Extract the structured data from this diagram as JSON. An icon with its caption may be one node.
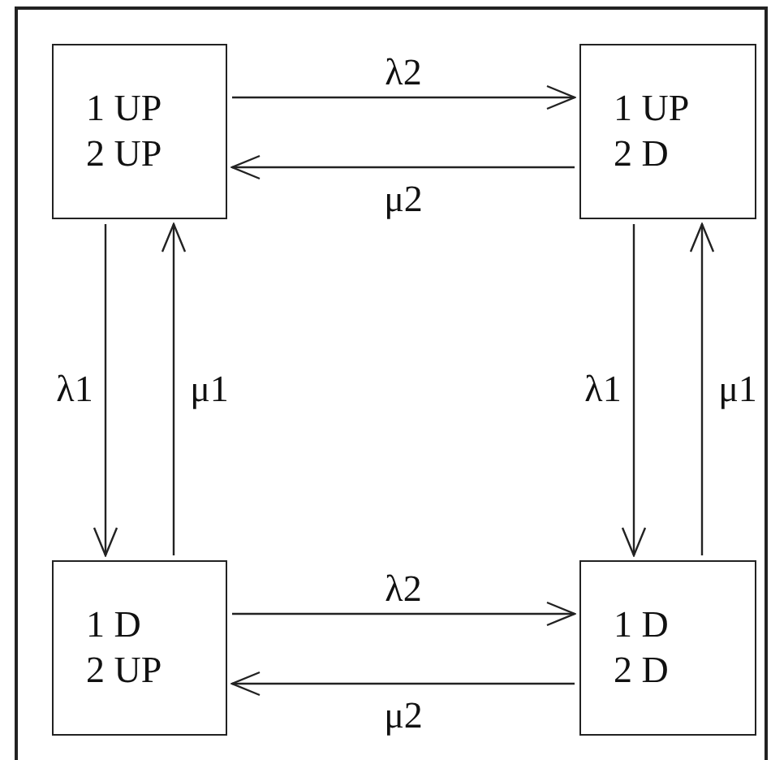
{
  "diagram": {
    "nodes": [
      {
        "text": [
          "1 UP 2 UP"
        ]
      },
      {
        "text": [
          "1 UP 2 D"
        ]
      },
      {
        "text": [
          "1 D 2 UP"
        ]
      },
      {
        "text": [
          "1 D 2 D"
        ]
      }
    ],
    "edges": [
      {
        "from": 0,
        "to": 1,
        "arrow": "to",
        "label": "λ2"
      },
      {
        "from": 1,
        "to": 0,
        "arrow": "to",
        "label": "μ2"
      },
      {
        "from": 0,
        "to": 2,
        "arrow": "to",
        "label": "λ1"
      },
      {
        "from": 2,
        "to": 0,
        "arrow": "to",
        "label": "μ1"
      },
      {
        "from": 1,
        "to": 3,
        "arrow": "to",
        "label": "λ1"
      },
      {
        "from": 3,
        "to": 1,
        "arrow": "to",
        "label": "μ1"
      },
      {
        "from": 2,
        "to": 3,
        "arrow": "to",
        "label": "λ2"
      },
      {
        "from": 3,
        "to": 2,
        "arrow": "to",
        "label": "μ2"
      }
    ]
  }
}
